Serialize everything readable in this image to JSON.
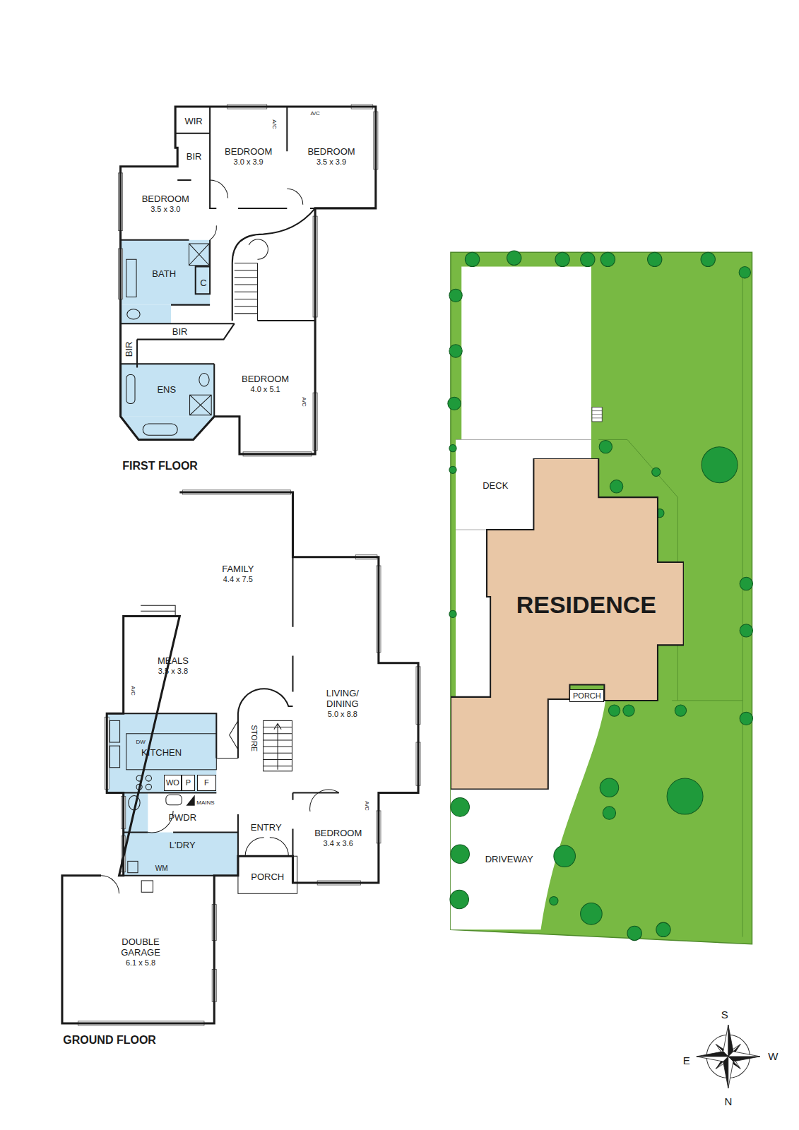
{
  "diagram": {
    "nodes": [
      {
        "text": [
          "WIR"
        ]
      },
      {
        "text": [
          "BEDROOM",
          "3.0 x 3.9"
        ]
      },
      {
        "text": [
          "BEDROOM",
          "3.5 x 3.9"
        ]
      },
      {
        "text": [
          "BIR"
        ]
      },
      {
        "text": [
          "BEDROOM",
          "3.5 x 3.0"
        ]
      },
      {
        "text": [
          "BATH"
        ]
      },
      {
        "text": [
          "C"
        ]
      },
      {
        "text": [
          "BIR"
        ]
      },
      {
        "text": [
          "BIR"
        ]
      },
      {
        "text": [
          "ENS"
        ]
      },
      {
        "text": [
          "BEDROOM",
          "4.0 x 5.1"
        ]
      },
      {
        "text": [
          "FAMILY",
          "4.4 x 7.5"
        ]
      },
      {
        "text": [
          "MEALS",
          "3.5 x 3.8"
        ]
      },
      {
        "text": [
          "LIVING/ DINING",
          "5.0 x 8.8"
        ]
      },
      {
        "text": [
          "KITCHEN"
        ]
      },
      {
        "text": [
          "WO"
        ],
        "in": 14
      },
      {
        "text": [
          "P"
        ],
        "in": 14
      },
      {
        "text": [
          "F"
        ],
        "in": 14
      },
      {
        "text": [
          "STORE"
        ]
      },
      {
        "text": [
          "PWDR"
        ]
      },
      {
        "text": [
          "L'DRY"
        ]
      },
      {
        "text": [
          "ENTRY"
        ]
      },
      {
        "text": [
          "BEDROOM",
          "3.4 x 3.6"
        ]
      },
      {
        "text": [
          "PORCH"
        ]
      },
      {
        "text": [
          "DOUBLE GARAGE",
          "6.1 x 5.8"
        ]
      },
      {
        "text": [
          "DECK"
        ]
      },
      {
        "text": [
          "RESIDENCE"
        ]
      },
      {
        "text": [
          "PORCH"
        ]
      },
      {
        "text": [
          "DRIVEWAY"
        ]
      }
    ],
    "labels": [
      "FIRST FLOOR",
      "A/C",
      "A/C",
      "A/C",
      "GROUND FLOOR",
      "A/C",
      "A/C",
      "DW",
      "MAINS",
      "WM",
      "S",
      "E",
      "W",
      "N"
    ]
  }
}
